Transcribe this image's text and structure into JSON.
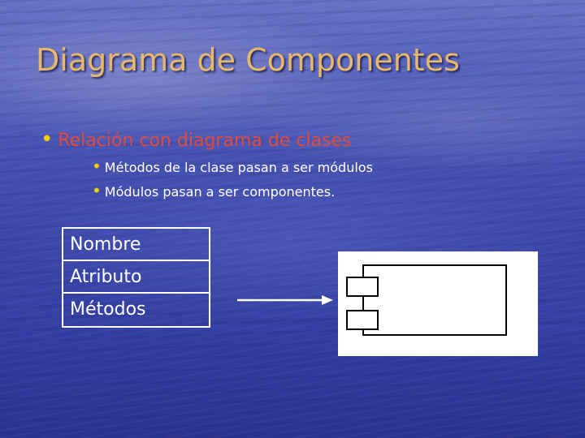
{
  "slide": {
    "title": "Diagrama de Componentes",
    "bullets": [
      {
        "text": "Relación con diagrama de clases",
        "sub_bullets": [
          "Métodos de la clase pasan a ser módulos",
          "Módulos pasan a ser componentes."
        ]
      }
    ]
  },
  "diagram": {
    "class_box": {
      "rows": [
        "Nombre",
        "Atributo",
        "Métodos"
      ]
    },
    "connector": {
      "kind": "arrow-right"
    },
    "component": {
      "shape": "uml-component-icon",
      "tabs": 2
    }
  },
  "colors": {
    "title": "#e8b86a",
    "bullet_level1": "#e24a3a",
    "bullet_marker": "#f0d000",
    "text_white": "#ffffff",
    "background": "#3a45a8"
  }
}
